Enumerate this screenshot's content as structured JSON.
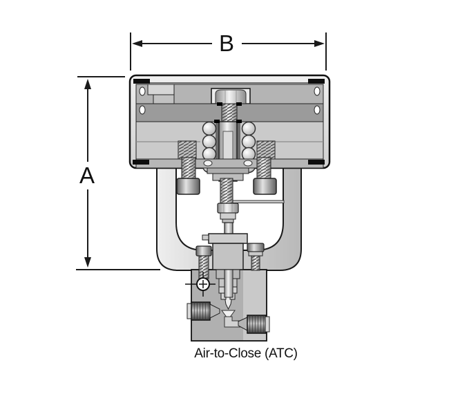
{
  "page": {
    "background": "#ffffff"
  },
  "diagram": {
    "caption": "Air-to-Close (ATC)",
    "dimension_labels": {
      "height": "A",
      "width": "B"
    },
    "colors": {
      "line": "#1a1a1a",
      "label_text": "#111111",
      "metal_light": "#ececec",
      "metal_mid": "#c0c0c0",
      "metal_dark": "#8f8f8f",
      "seal_black": "#0d0d0d"
    }
  }
}
